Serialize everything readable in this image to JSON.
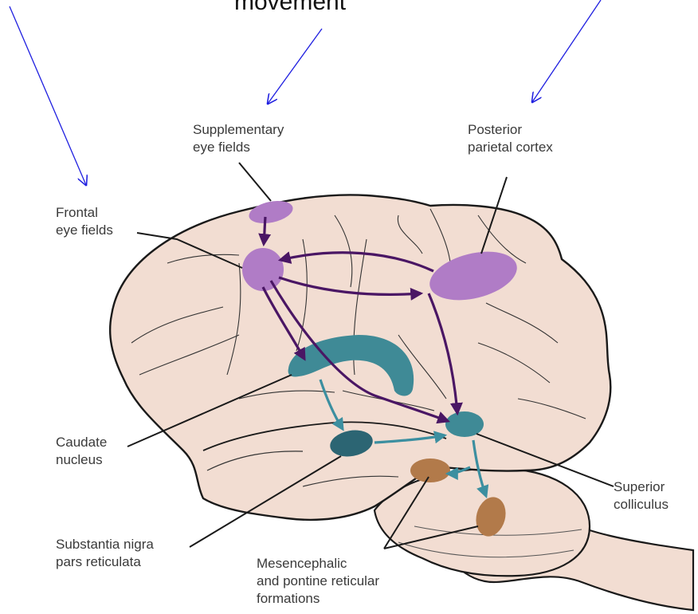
{
  "top_label": "movement",
  "labels": {
    "supplementary": [
      "Supplementary",
      "eye fields"
    ],
    "posterior": [
      "Posterior",
      "parietal cortex"
    ],
    "frontal": [
      "Frontal",
      "eye fields"
    ],
    "caudate": [
      "Caudate",
      "nucleus"
    ],
    "substantia": [
      "Substantia nigra",
      "pars reticulata"
    ],
    "mesencephalic": [
      "Mesencephalic",
      "and pontine reticular",
      "formations"
    ],
    "superior": [
      "Superior",
      "colliculus"
    ]
  },
  "colors": {
    "brain_fill": "#f2ddd2",
    "outline": "#1a1a1a",
    "purple_region": "#b07cc6",
    "purple_arrow": "#4a1664",
    "teal_region": "#3f8a96",
    "teal_dark": "#2c6573",
    "teal_arrow": "#3c8fa0",
    "brown_region": "#b27a4a",
    "blue_pointer": "#1f1fe0"
  }
}
